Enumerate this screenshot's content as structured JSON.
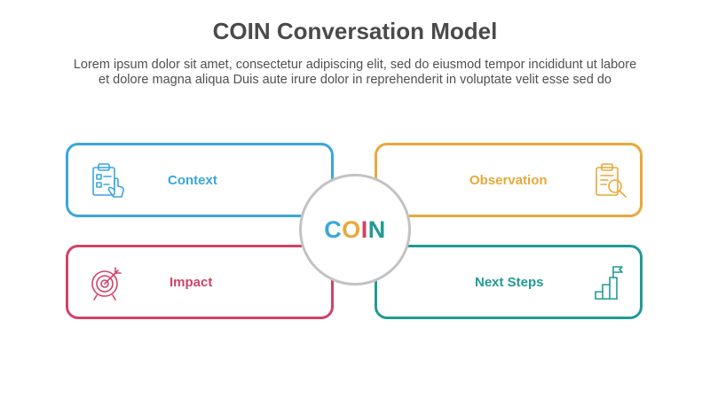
{
  "header": {
    "title": "COIN Conversation Model",
    "subtitle_line1": "Lorem ipsum dolor sit amet, consectetur adipiscing elit, sed do eiusmod tempor incididunt ut labore",
    "subtitle_line2": "et dolore magna aliqua Duis aute irure dolor in reprehenderit in voluptate velit esse sed do"
  },
  "center": {
    "letters": [
      {
        "char": "C",
        "color": "#3aa6dd"
      },
      {
        "char": "O",
        "color": "#e8a93a"
      },
      {
        "char": "I",
        "color": "#d04366"
      },
      {
        "char": "N",
        "color": "#229a95"
      }
    ]
  },
  "items": [
    {
      "label": "Context",
      "color": "#3aa6dd",
      "icon": "clipboard-hand-icon"
    },
    {
      "label": "Observation",
      "color": "#e8a93a",
      "icon": "clipboard-magnifier-icon"
    },
    {
      "label": "Impact",
      "color": "#d04366",
      "icon": "target-arrow-icon"
    },
    {
      "label": "Next Steps",
      "color": "#229a95",
      "icon": "stairs-flag-icon"
    }
  ],
  "colors": {
    "title": "#4a4a4a",
    "circle_border": "#c3c3c3"
  }
}
